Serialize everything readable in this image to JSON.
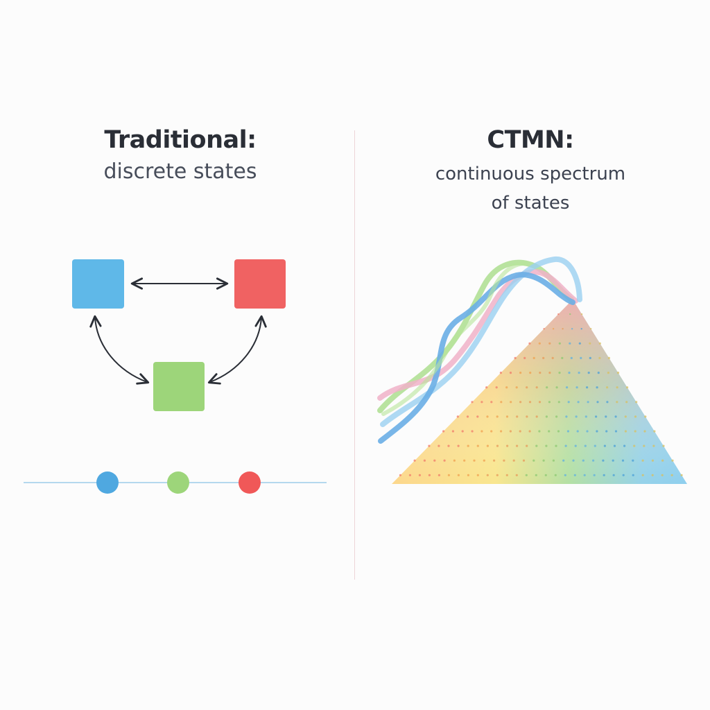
{
  "left_panel": {
    "title": "Traditional:",
    "subtitle": "discrete states",
    "colors": {
      "blue": "#5fb8e8",
      "red": "#f06262",
      "green": "#9dd57a",
      "arrow": "#2a2e36",
      "line": "#b4d8ee"
    }
  },
  "right_panel": {
    "title": "CTMN:",
    "subtitle_line1": "continuous spectrum",
    "subtitle_line2": "of states",
    "colors": {
      "gradient": [
        "#fbd98a",
        "#f8e88e",
        "#a8dfa8",
        "#8fd0ec"
      ],
      "ribbons": [
        "#6aaee6",
        "#f0b2c8",
        "#a8dc88",
        "#9ad0f0"
      ]
    }
  }
}
